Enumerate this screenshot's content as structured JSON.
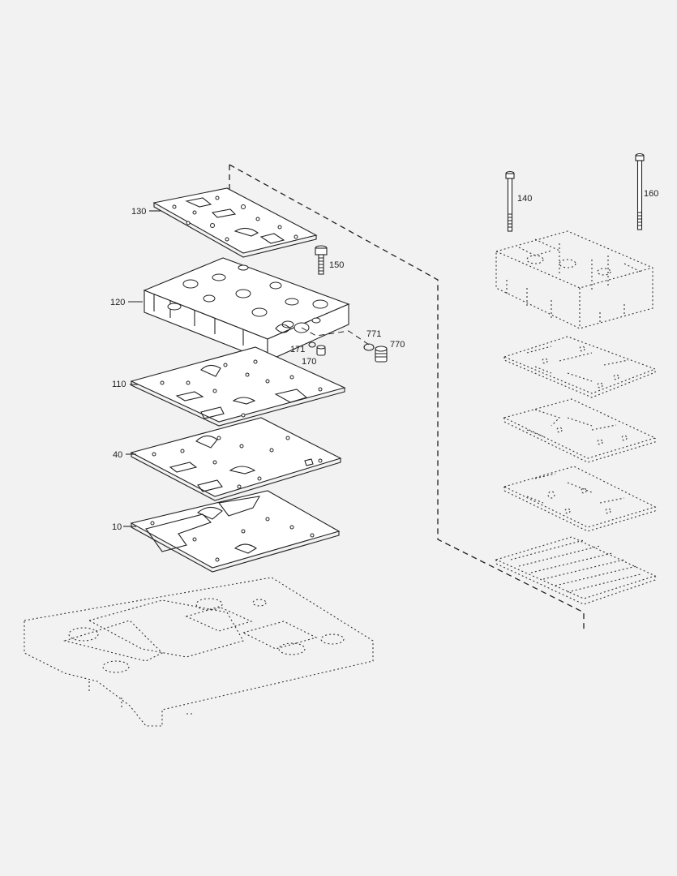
{
  "labels": {
    "p130": "130",
    "p150": "150",
    "p120": "120",
    "p771": "771",
    "p770": "770",
    "p171": "171",
    "p170": "170",
    "p110": "110",
    "p40": "40",
    "p10": "10",
    "p140": "140",
    "p160": "160"
  }
}
